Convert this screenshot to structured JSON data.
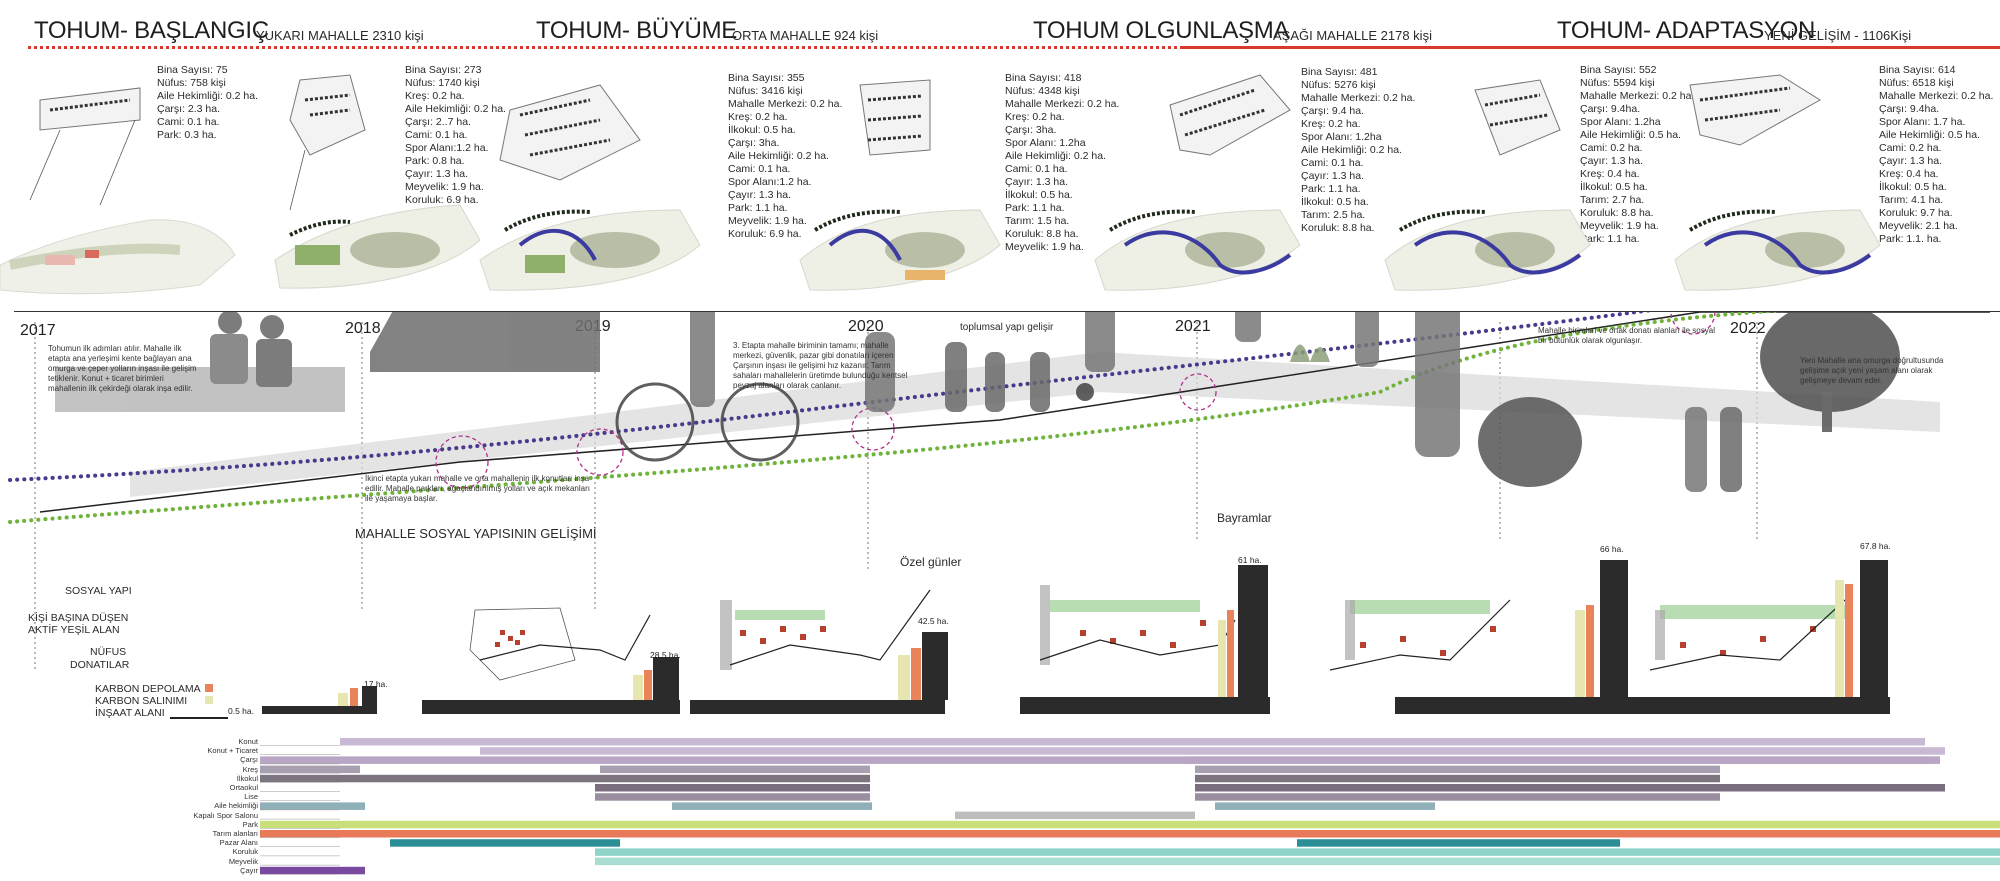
{
  "colors": {
    "accent_red": "#d8392e",
    "purple_line": "#4b3a8c",
    "green_line": "#6fb33a",
    "carbon_storage": "#e8835a",
    "carbon_emission": "#e8e6b0",
    "construction": "#2b2b2b",
    "magenta_circle": "#b0308a"
  },
  "phases": [
    {
      "title": "TOHUM- BAŞLANGIÇ",
      "sub": "YUKARI MAHALLE 2310 kişi",
      "stats_left": [
        "Bina Sayısı: 75",
        "Nüfus: 758 kişi",
        "Aile Hekimliği: 0.2 ha.",
        "Çarşı: 2.3 ha.",
        "Cami: 0.1 ha.",
        "Park: 0.3 ha."
      ],
      "stats_right": [
        "Bina Sayısı: 273",
        "Nüfus: 1740 kişi",
        "Kreş: 0.2 ha.",
        "Aile Hekimliği: 0.2 ha.",
        "Çarşı: 2..7 ha.",
        "Cami: 0.1 ha.",
        "Spor Alanı:1.2 ha.",
        "Park: 0.8 ha.",
        "Çayır: 1.3 ha.",
        "Meyvelik: 1.9 ha.",
        "Koruluk: 6.9 ha."
      ]
    },
    {
      "title": "TOHUM- BÜYÜME",
      "sub": "ORTA MAHALLE 924  kişi",
      "stats_left": [
        "Bina Sayısı: 355",
        "Nüfus: 3416 kişi",
        "Mahalle Merkezi: 0.2 ha.",
        "Kreş: 0.2 ha.",
        "İlkokul: 0.5 ha.",
        "Çarşı:  3ha.",
        "Aile Hekimliği: 0.2 ha.",
        "Cami: 0.1 ha.",
        "Spor Alanı:1.2 ha.",
        "Çayır: 1.3 ha.",
        "Park: 1.1 ha.",
        "Meyvelik: 1.9 ha.",
        "Koruluk: 6.9 ha."
      ],
      "stats_right": [
        "Bina Sayısı: 418",
        "Nüfus: 4348 kişi",
        "Mahalle Merkezi: 0.2 ha.",
        "Kreş: 0.2 ha.",
        "Çarşı:  3ha.",
        "Spor Alanı: 1.2ha",
        "Aile Hekimliği: 0.2 ha.",
        "Cami: 0.1 ha.",
        "Çayır: 1.3 ha.",
        "İlkokul: 0.5 ha.",
        "Park: 1.1 ha.",
        "Tarım: 1.5 ha.",
        "Koruluk: 8.8 ha.",
        "Meyvelik: 1.9 ha."
      ]
    },
    {
      "title": "TOHUM OLGUNLAŞMA",
      "sub": "AŞAĞI MAHALLE 2178 kişi",
      "stats_left": [
        "Bina Sayısı: 481",
        "Nüfus:  5276 kişi",
        "Mahalle Merkezi: 0.2 ha.",
        "Çarşı:  9.4 ha.",
        "Kreş: 0.2 ha.",
        "Spor Alanı: 1.2ha",
        "Aile Hekimliği: 0.2 ha.",
        "Cami: 0.1 ha.",
        "Çayır: 1.3 ha.",
        "Park: 1.1 ha.",
        "İlkokul: 0.5 ha.",
        "Tarım: 2.5 ha.",
        "Koruluk: 8.8 ha."
      ],
      "stats_right": [
        "Bina Sayısı: 552",
        "Nüfus: 5594 kişi",
        "Mahalle Merkezi: 0.2 ha.",
        "Çarşı:  9.4ha.",
        "Spor Alanı: 1.2ha",
        "Aile Hekimliği: 0.5 ha.",
        "Cami: 0.2 ha.",
        "Çayır: 1.3 ha.",
        "Kreş: 0.4 ha.",
        "İlkokul: 0.5 ha.",
        "Tarım: 2.7 ha.",
        "Koruluk: 8.8 ha.",
        "Meyvelik: 1.9 ha.",
        "Park: 1.1 ha."
      ]
    },
    {
      "title": "TOHUM- ADAPTASYON",
      "sub": "YENİ GELİŞİM - 1106Kişi",
      "stats_left": [
        "Bina Sayısı: 614",
        "Nüfus: 6518 kişi",
        "Mahalle Merkezi: 0.2 ha.",
        "Çarşı:  9.4ha.",
        "Spor Alanı: 1.7 ha.",
        "Aile Hekimliği: 0.5 ha.",
        "Cami: 0.2 ha.",
        "Çayır: 1.3 ha.",
        "Kreş: 0.4 ha.",
        "İlkokul: 0.5 ha.",
        "Tarım: 4.1 ha.",
        "Koruluk: 9.7 ha.",
        "Meyvelik: 2.1 ha.",
        "Park: 1.1. ha."
      ],
      "stats_right": []
    }
  ],
  "years": [
    "2017",
    "2018",
    "2019",
    "2020",
    "2021",
    "2022"
  ],
  "narratives": {
    "n2017": "Tohumun ilk adımları atılır.  Mahalle ilk etapta ana yerleşimi kente bağlayan ana omurga ve çeper yolların inşası ile gelişim tetiklenir.  Konut + ticaret birimleri mahallenin ilk çekirdeği olarak inşa edilir.",
    "n2019": "İkinci etapta yukarı mahalle ve orta mahallenin ilk konutları inşa edilir. Mahalle parkları, ağaçlandırılmış yolları ve açık mekanları ile yaşamaya başlar.",
    "n2020": "3. Etapta mahalle biriminin tamamı; mahalle merkezi, güvenlik, pazar gibi donatıları içeren Çarşının inşası ile gelişimi hız kazanır. Tarım sahaları mahallelerin üretimde bulunduğu kentsel peyzaj alanları olarak canlanır.",
    "toplumsal": "toplumsal yapı gelişir",
    "n2021": "Mahalle birimleri ve ortak donatı alanları ile sosyal bir bütünlük olarak olgunlaşır.",
    "n2022": "Yeni Mahalle ana omurga doğrultusunda gelişime açık yeni yaşam alanı olarak gelişmeye devam eder."
  },
  "labels": {
    "social_dev": "MAHALLE SOSYAL YAPISININ GELİŞİMİ",
    "ozel_gunler": "Özel günler",
    "bayramlar": "Bayramlar",
    "sosyal_yapi": "SOSYAL YAPI",
    "green_per_person": "KİŞİ BAŞINA DÜŞEN\nAKTİF YEŞİL ALAN",
    "nufus": "NÜFUS",
    "donatilar": "DONATILAR",
    "karbon_depolama": "KARBON DEPOLAMA",
    "karbon_salinimi": "KARBON SALINIMI",
    "insaat_alani": "İNŞAAT ALANI"
  },
  "bar_values": [
    "0.5 ha.",
    "17 ha.",
    "28.5 ha.",
    "42.5 ha.",
    "61 ha.",
    "66 ha.",
    "67.8 ha."
  ],
  "gantt": {
    "rows": [
      "Konut",
      "Konut + Ticaret",
      "Çarşı",
      "Kreş",
      "İlkokul",
      "Ortaokul",
      "Lise",
      "Aile hekimliği",
      "Kapalı Spor Salonu",
      "Park",
      "Tarım alanları",
      "Pazar Alanı",
      "Koruluk",
      "Meyvelik",
      "Çayır"
    ],
    "colors": [
      "#c9b9d4",
      "#c9b9d4",
      "#b8a6c4",
      "#a89fb0",
      "#7c7580",
      "#7a6e7e",
      "#9a8ea0",
      "#8fb0b8",
      "#bdbdbd",
      "#c9df7a",
      "#e87a5a",
      "#2d8f96",
      "#8fd3c9",
      "#a9ddd2",
      "#7a4aa0"
    ]
  }
}
